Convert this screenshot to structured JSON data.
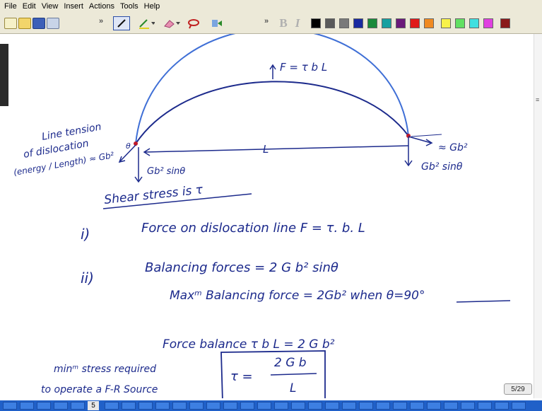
{
  "menu": [
    "File",
    "Edit",
    "View",
    "Insert",
    "Actions",
    "Tools",
    "Help"
  ],
  "colors": {
    "ink": "#1c2a8c",
    "curve": "#3f6fd6",
    "toolbar_bg": "#ece9d8",
    "swatches": [
      "#000000",
      "#5a5a5a",
      "#7a7a7a",
      "#1a2aa0",
      "#1a8a3a",
      "#16a0a0",
      "#6a1a7a",
      "#e01a1a",
      "#f08a20",
      "#f8f24a",
      "#62e062",
      "#40e0e0",
      "#e040e0",
      "#8a1a1a"
    ]
  },
  "toolbar": {
    "icons": [
      "new-page-icon",
      "open-icon",
      "save-icon",
      "print-icon",
      "pen-tool-icon",
      "highlighter-icon",
      "eraser-icon",
      "lasso-icon",
      "insert-space-icon",
      "bold-icon",
      "italic-icon"
    ],
    "bold_label": "B",
    "italic_label": "I"
  },
  "notes": {
    "force_top": "F = τ b L",
    "line_tension_1": "Line tension",
    "line_tension_2": "of dislocation",
    "line_tension_3": "(energy / Length) ≈ Gb²",
    "theta": "θ",
    "length_L": "L",
    "right_gb2": "≈ Gb²",
    "left_gb2_sin": "Gb² sinθ",
    "right_gb2_sin": "Gb² sinθ",
    "shear": "Shear stress is τ",
    "item1_num": "i)",
    "item1": "Force on dislocation line F = τ. b. L",
    "item2_num": "ii)",
    "item2": "Balancing forces = 2 G b² sinθ",
    "max_force": "Maxᵐ Balancing force = 2Gb² when θ=90°",
    "force_balance": "Force balance   τ b L = 2 G b²",
    "min_stress_1": "minᵐ stress required",
    "min_stress_2": "to operate a F-R Source",
    "tau_eq": "τ =",
    "numerator": "2 G b",
    "denominator": "L"
  },
  "page_indicator": "5/29",
  "bottom_tab": "5"
}
